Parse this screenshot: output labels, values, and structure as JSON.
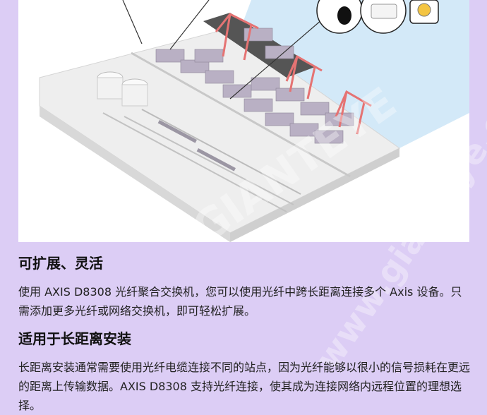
{
  "sections": [
    {
      "title": "可扩展、灵活",
      "body": "使用 AXIS D8308 光纤聚合交换机，您可以使用光纤中跨长距离连接多个 Axis 设备。只需添加更多光纤或网络交换机，即可轻松扩展。"
    },
    {
      "title": "适用于长距离安装",
      "body": "长距离安装通常需要使用光纤电缆连接不同的站点，因为光纤能够以很小的信号损耗在更远的距离上传输数据。AXIS D8308 支持光纤连接，使其成为连接网络内远程位置的理想选择。"
    }
  ],
  "watermark": {
    "text1": "GIANTEYE",
    "text2": "www.gianteye.cn"
  },
  "colors": {
    "background": "#dccdf5",
    "crane": "#e57373",
    "water": "#cfe6f7",
    "ground": "#f0f0f0"
  }
}
